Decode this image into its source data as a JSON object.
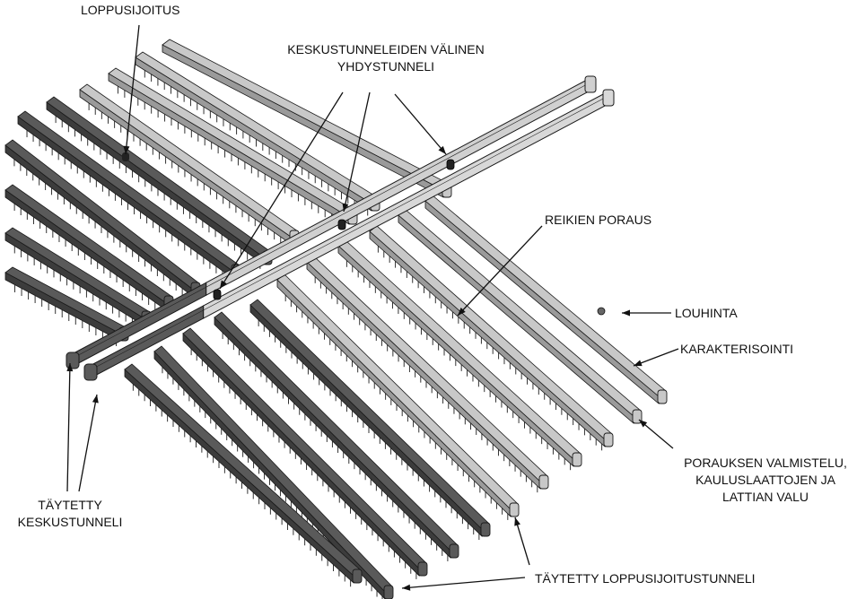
{
  "labels": {
    "loppusijoitus": "LOPPUSIJOITUS",
    "yhdystunneli": "KESKUSTUNNELEIDEN VÄLINEN\nYHDYSTUNNELI",
    "reikien_poraus": "REIKIEN PORAUS",
    "louhinta": "LOUHINTA",
    "karakterisointi": "KARAKTERISOINTI",
    "porauksen_valmistelu": "PORAUKSEN VALMISTELU,\nKAULUSLAATTOJEN JA\nLATTIAN VALU",
    "taytetty_keskustunneli": "TÄYTETTY\nKESKUSTUNNELI",
    "taytetty_loppusijoitustunneli": "TÄYTETTY LOPPUSIJOITUSTUNNELI"
  },
  "colors": {
    "filled_tunnel": "#5a5a5a",
    "open_tunnel": "#c8c8c8",
    "outline": "#1a1a1a",
    "hole": "#222222"
  }
}
